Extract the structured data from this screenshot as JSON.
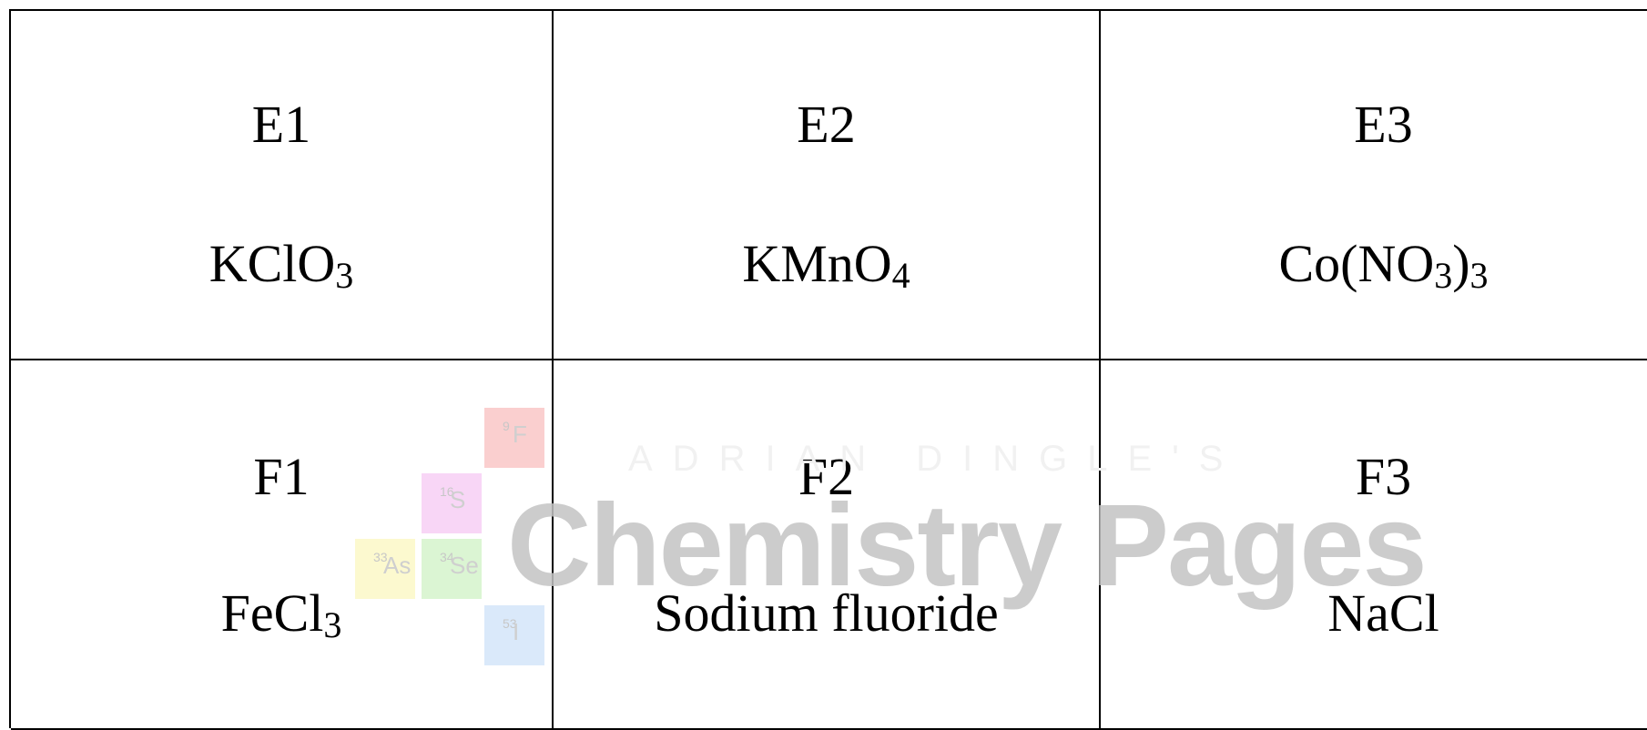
{
  "cells": [
    {
      "label": "E1",
      "compound": [
        {
          "t": "KClO"
        },
        {
          "s": "3"
        }
      ]
    },
    {
      "label": "E2",
      "compound": [
        {
          "t": "KMnO"
        },
        {
          "s": "4"
        }
      ]
    },
    {
      "label": "E3",
      "compound": [
        {
          "t": "Co(NO"
        },
        {
          "s": "3"
        },
        {
          "t": ")"
        },
        {
          "s": "3"
        }
      ]
    },
    {
      "label": "F1",
      "compound": [
        {
          "t": "FeCl"
        },
        {
          "s": "3"
        }
      ]
    },
    {
      "label": "F2",
      "compound": [
        {
          "t": "Sodium fluoride"
        }
      ]
    },
    {
      "label": "F3",
      "compound": [
        {
          "t": "NaCl"
        }
      ]
    }
  ],
  "watermark": {
    "small_text": "ADRIAN DINGLE'S",
    "big_text": "Chemistry Pages",
    "tiles": [
      {
        "num": "9",
        "sym": "F",
        "color": "#f7a8a8"
      },
      {
        "num": "16",
        "sym": "S",
        "color": "#f3b6f0"
      },
      {
        "num": "33",
        "sym": "As",
        "color": "#fbf5a8"
      },
      {
        "num": "34",
        "sym": "Se",
        "color": "#bfeeb0"
      },
      {
        "num": "53",
        "sym": "I",
        "color": "#bcd8f7"
      }
    ]
  }
}
